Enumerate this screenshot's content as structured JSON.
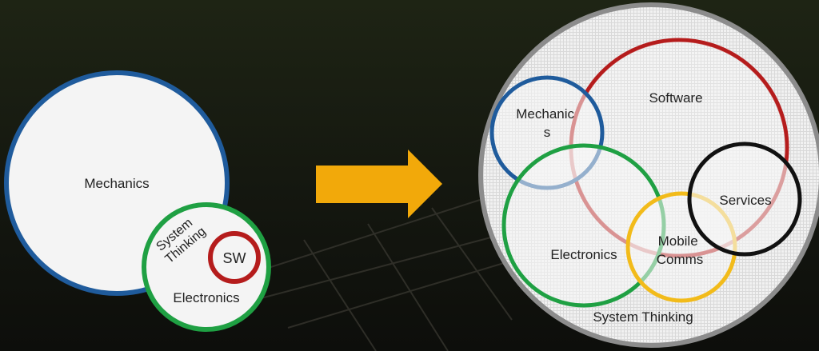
{
  "left_diagram": {
    "mechanics": "Mechanics",
    "system_thinking_line1": "System",
    "system_thinking_line2": "Thinking",
    "sw": "SW",
    "electronics": "Electronics"
  },
  "right_diagram": {
    "software": "Software",
    "mechanics_line1": "Mechanic",
    "mechanics_line2": "s",
    "electronics": "Electronics",
    "services": "Services",
    "mobile_comms_line1": "Mobile",
    "mobile_comms_line2": "Comms",
    "system_thinking": "System Thinking"
  },
  "colors": {
    "mechanics": "#1f5b9c",
    "software": "#b51c1c",
    "electronics": "#1fa043",
    "mobile_comms": "#f2bb1a",
    "services": "#111111",
    "arrow": "#f2a90a",
    "outer_ring": "#8c8c8c",
    "circle_fill": "#f3f3f3"
  }
}
